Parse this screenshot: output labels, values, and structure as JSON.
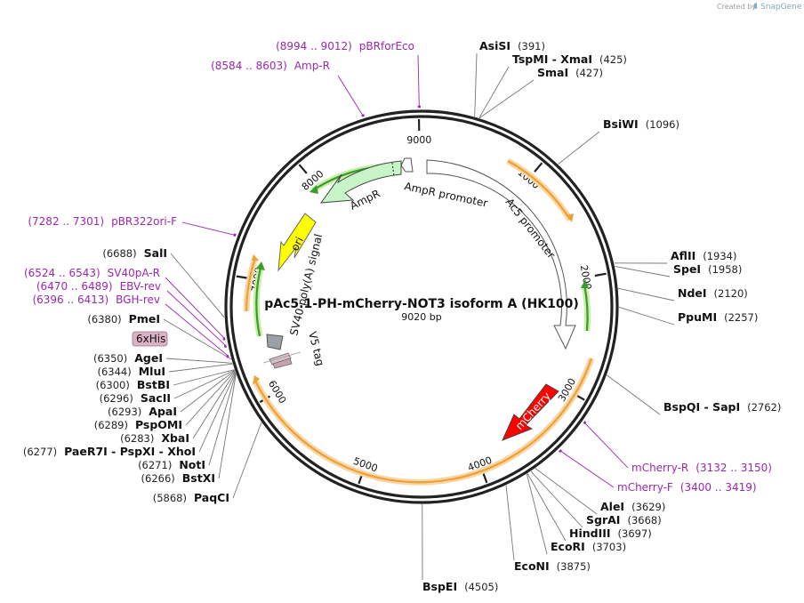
{
  "title": "pAc5.1-PH-mCherry-NOT3 isoform A (HK100)",
  "subtitle": "9020 bp",
  "credit": {
    "prefix": "Created by",
    "brand": "SnapGene"
  },
  "ticks": [
    {
      "label": "1000",
      "bp": 1000
    },
    {
      "label": "2000",
      "bp": 2000
    },
    {
      "label": "3000",
      "bp": 3000
    },
    {
      "label": "4000",
      "bp": 4000
    },
    {
      "label": "5000",
      "bp": 5000
    },
    {
      "label": "6000",
      "bp": 6000
    },
    {
      "label": "7000",
      "bp": 7000
    },
    {
      "label": "8000",
      "bp": 8000
    },
    {
      "label": "9000",
      "bp": 9000
    }
  ],
  "enzymes": [
    {
      "name": "AsiSI",
      "pos": "(391)",
      "bp": 391
    },
    {
      "name": "TspMI - XmaI",
      "pos": "(425)",
      "bp": 425
    },
    {
      "name": "SmaI",
      "pos": "(427)",
      "bp": 427
    },
    {
      "name": "BsiWI",
      "pos": "(1096)",
      "bp": 1096
    },
    {
      "name": "AflII",
      "pos": "(1934)",
      "bp": 1934
    },
    {
      "name": "SpeI",
      "pos": "(1958)",
      "bp": 1958
    },
    {
      "name": "NdeI",
      "pos": "(2120)",
      "bp": 2120
    },
    {
      "name": "PpuMI",
      "pos": "(2257)",
      "bp": 2257
    },
    {
      "name": "BspQI - SapI",
      "pos": "(2762)",
      "bp": 2762
    },
    {
      "name": "AleI",
      "pos": "(3629)",
      "bp": 3629
    },
    {
      "name": "SgrAI",
      "pos": "(3668)",
      "bp": 3668
    },
    {
      "name": "HindIII",
      "pos": "(3697)",
      "bp": 3697
    },
    {
      "name": "EcoRI",
      "pos": "(3703)",
      "bp": 3703
    },
    {
      "name": "EcoNI",
      "pos": "(3875)",
      "bp": 3875
    },
    {
      "name": "BspEI",
      "pos": "(4505)",
      "bp": 4505
    },
    {
      "name": "PaqCI",
      "pos": "(5868)",
      "bp": 5868
    },
    {
      "name": "BstXI",
      "pos": "(6266)",
      "bp": 6266
    },
    {
      "name": "NotI",
      "pos": "(6271)",
      "bp": 6271
    },
    {
      "name": "PaeR7I - PspXI - XhoI",
      "pos": "(6277)",
      "bp": 6277
    },
    {
      "name": "XbaI",
      "pos": "(6283)",
      "bp": 6283
    },
    {
      "name": "PspOMI",
      "pos": "(6289)",
      "bp": 6289
    },
    {
      "name": "ApaI",
      "pos": "(6293)",
      "bp": 6293
    },
    {
      "name": "SacII",
      "pos": "(6296)",
      "bp": 6296
    },
    {
      "name": "BstBI",
      "pos": "(6300)",
      "bp": 6300
    },
    {
      "name": "MluI",
      "pos": "(6344)",
      "bp": 6344
    },
    {
      "name": "AgeI",
      "pos": "(6350)",
      "bp": 6350
    },
    {
      "name": "PmeI",
      "pos": "(6380)",
      "bp": 6380
    },
    {
      "name": "SalI",
      "pos": "(6688)",
      "bp": 6688
    }
  ],
  "primers": [
    {
      "name": "pBRforEco",
      "pos": "(8994 .. 9012)",
      "bp": 9003
    },
    {
      "name": "Amp-R",
      "pos": "(8584 .. 8603)",
      "bp": 8594
    },
    {
      "name": "pBR322ori-F",
      "pos": "(7282 .. 7301)",
      "bp": 7292
    },
    {
      "name": "SV40pA-R",
      "pos": "(6524 .. 6543)",
      "bp": 6534
    },
    {
      "name": "EBV-rev",
      "pos": "(6470 .. 6489)",
      "bp": 6480
    },
    {
      "name": "BGH-rev",
      "pos": "(6396 .. 6413)",
      "bp": 6405
    },
    {
      "name": "mCherry-R",
      "pos": "(3132 .. 3150)",
      "bp": 3141
    },
    {
      "name": "mCherry-F",
      "pos": "(3400 .. 3419)",
      "bp": 3410
    }
  ],
  "features": [
    {
      "name": "AmpR promoter"
    },
    {
      "name": "Ac5 promoter"
    },
    {
      "name": "AmpR"
    },
    {
      "name": "ori"
    },
    {
      "name": "SV40 poly(A) signal"
    },
    {
      "name": "V5 tag"
    },
    {
      "name": "mCherry"
    },
    {
      "name": "6xHis"
    }
  ],
  "colors": {
    "backbone": "#222222",
    "orf": "#f0a030",
    "orf_glow": "#f7d7a8",
    "primer": "#9b27b0",
    "ampr": "#c8f5c8",
    "ori": "#ffff00",
    "mcherry": "#ff0000",
    "terminator": "#9aa0a6",
    "his_tag": "#c8a0b0"
  }
}
